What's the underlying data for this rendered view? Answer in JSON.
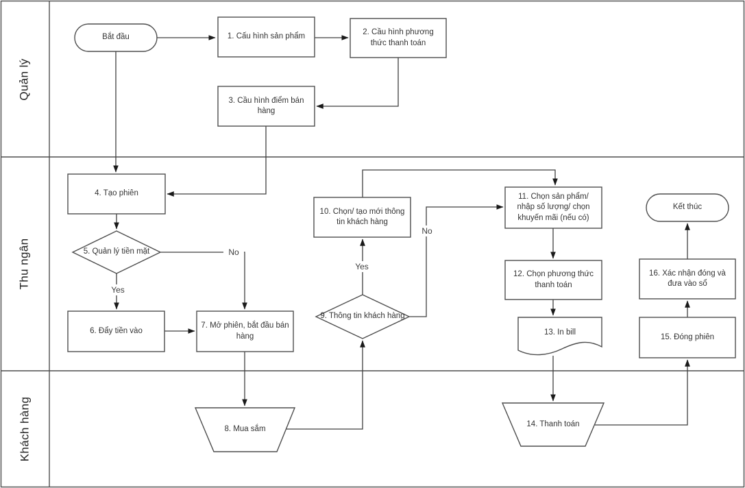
{
  "lanes": [
    {
      "label": "Quản lý"
    },
    {
      "label": "Thu ngân"
    },
    {
      "label": "Khách hàng"
    }
  ],
  "nodes": {
    "start": {
      "label": "Bắt đầu",
      "type": "terminator"
    },
    "n1": {
      "label": "1. Cấu hình sản phẩm",
      "type": "process"
    },
    "n2": {
      "label": "2. Cầu hình phương thức thanh toán",
      "type": "process"
    },
    "n3": {
      "label": "3. Cầu hình điểm bán hàng",
      "type": "process"
    },
    "n4": {
      "label": "4. Tạo phiên",
      "type": "process"
    },
    "n5": {
      "label": "5. Quản lý tiền mặt",
      "type": "decision"
    },
    "n6": {
      "label": "6. Đẩy tiền vào",
      "type": "process"
    },
    "n7": {
      "label": "7. Mở phiên, bắt đầu bán hàng",
      "type": "process"
    },
    "n8": {
      "label": "8. Mua sắm",
      "type": "manual-operation"
    },
    "n9": {
      "label": "9. Thông tin khách hàng",
      "type": "decision"
    },
    "n10": {
      "label": "10. Chọn/ tạo mới thông tin khách hàng",
      "type": "process"
    },
    "n11": {
      "label": "11. Chọn sản phẩm/ nhập số lượng/ chọn khuyến mãi (nếu có)",
      "type": "process"
    },
    "n12": {
      "label": "12. Chọn phương thức thanh toán",
      "type": "process"
    },
    "n13": {
      "label": "13. In bill",
      "type": "document"
    },
    "n14": {
      "label": "14. Thanh toán",
      "type": "manual-operation"
    },
    "n15": {
      "label": "15. Đóng phiên",
      "type": "process"
    },
    "n16": {
      "label": "16. Xác nhận đóng và đưa vào sổ",
      "type": "process"
    },
    "end": {
      "label": "Kết thúc",
      "type": "terminator"
    }
  },
  "edge_labels": {
    "cash_yes": "Yes",
    "cash_no": "No",
    "customer_yes": "Yes",
    "customer_no": "No"
  },
  "colors": {
    "shape_stroke": "#4d4d4d",
    "connector": "#3f3f3f",
    "text": "#333333",
    "background": "#ffffff"
  }
}
